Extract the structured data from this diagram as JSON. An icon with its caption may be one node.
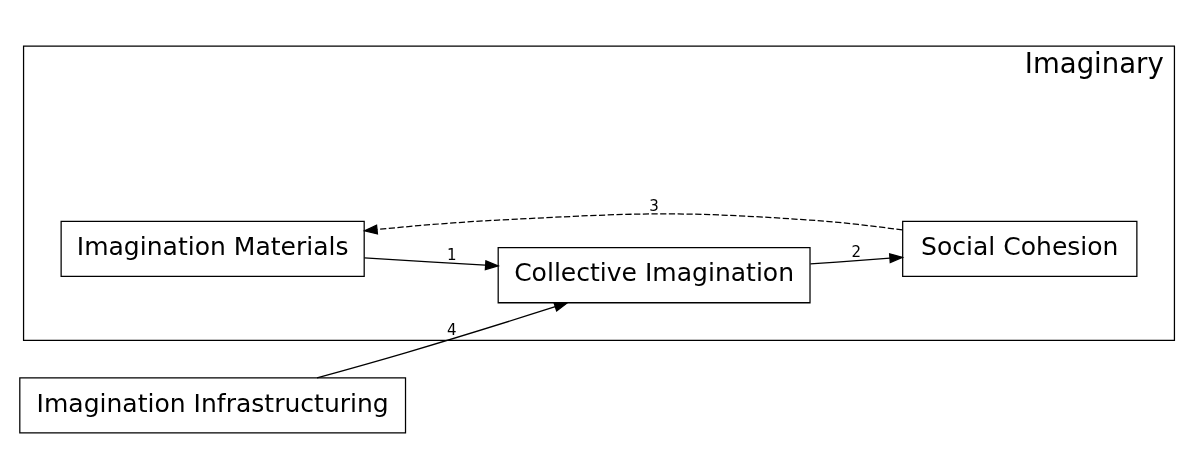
{
  "diagram": {
    "nodes": [
      {
        "text": [
          "Imaginary"
        ]
      },
      {
        "text": [
          "Imagination Materials"
        ],
        "in": 0
      },
      {
        "text": [
          "Collective Imagination"
        ],
        "in": 0
      },
      {
        "text": [
          "Social Cohesion"
        ],
        "in": 0
      },
      {
        "text": [
          "Imagination Infrastructuring"
        ]
      }
    ],
    "edges": [
      {
        "from": 1,
        "to": 2,
        "arrow": "to",
        "label": "1"
      },
      {
        "from": 2,
        "to": 3,
        "arrow": "to",
        "label": "2"
      },
      {
        "from": 3,
        "to": 1,
        "arrow": "to",
        "label": "3",
        "style": "dashed"
      },
      {
        "from": 4,
        "to": 2,
        "arrow": "to",
        "label": "4"
      }
    ]
  }
}
